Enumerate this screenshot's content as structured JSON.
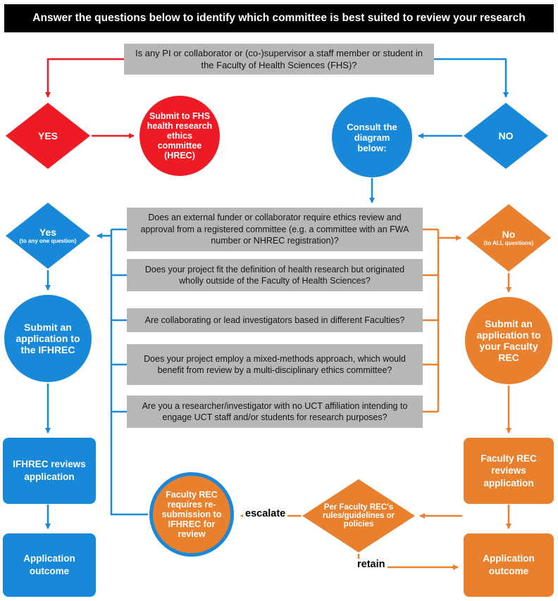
{
  "header": {
    "title": "Answer the questions below to identify which committee is best suited to review your research"
  },
  "top": {
    "question": "Is any PI or collaborator or (co-)supervisor a staff member or student in the Faculty of Health Sciences (FHS)?",
    "yes_label": "YES",
    "no_label": "NO",
    "hrec": "Submit to FHS health research ethics committee (HREC)",
    "consult": "Consult the diagram below:"
  },
  "middle": {
    "yes": {
      "label": "Yes",
      "sub": "(to any one question)"
    },
    "no": {
      "label": "No",
      "sub": "(to ALL questions)"
    },
    "questions": [
      "Does an external funder or collaborator require ethics review and approval from a registered committee (e.g. a committee with an FWA number or NHREC registration)?",
      "Does your project fit the definition of health research but originated wholly outside of the Faculty of Health Sciences?",
      "Are collaborating or lead investigators based in different Faculties?",
      "Does your project employ a mixed-methods approach, which would benefit from review by a multi-disciplinary ethics committee?",
      "Are you a researcher/investigator with no UCT affiliation intending to engage UCT staff and/or students for research purposes?"
    ]
  },
  "left_flow": {
    "submit": "Submit an application to the IFHREC",
    "reviews": "IFHREC reviews application",
    "outcome": "Application outcome"
  },
  "right_flow": {
    "submit": "Submit an application to your Faculty REC",
    "reviews": "Faculty REC reviews application",
    "outcome": "Application outcome",
    "decision": "Per Faculty REC's rules/guidelines or policies",
    "resubmission": "Faculty REC requires re-submission to IFHREC for review",
    "escalate_label": "escalate",
    "retain_label": "retain"
  },
  "colors": {
    "red": "#ee1b24",
    "blue": "#1789d8",
    "orange": "#e8802d",
    "gray": "#b7b7b7",
    "black": "#000000"
  }
}
